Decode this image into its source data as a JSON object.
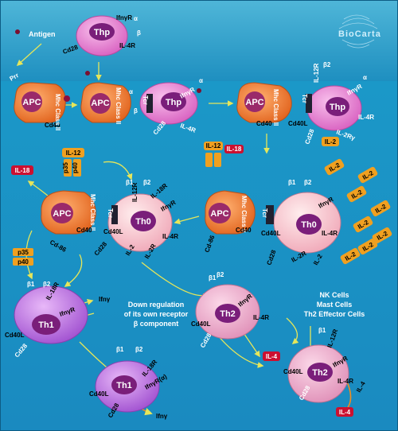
{
  "brand": {
    "logo_text": "BioCarta"
  },
  "labels": {
    "antigen": "Antigen",
    "prr": "Prr",
    "thp": "Thp",
    "apc": "APC",
    "th0": "Th0",
    "th1": "Th1",
    "th2": "Th2",
    "cd40": "Cd40",
    "cd40L": "Cd40L",
    "cd40L_upper": "CD40L",
    "cd28": "Cd28",
    "cd86": "Cd-86",
    "ifngr": "IfnγR",
    "ifng": "Ifnγ",
    "ifngR_alpha": "IfnγR(α)",
    "il4r": "IL-4R",
    "il2": "IL-2",
    "il2r": "IL-2R",
    "il2r_gamma": "IL-2Rγ",
    "il4": "IL-4",
    "il12": "IL-12",
    "il12r": "IL-12R",
    "il18": "IL-18",
    "il18r": "IL-18R",
    "tcr": "Tcr",
    "mhc_class_ii": "Mhc Class II",
    "p35": "p35",
    "p40": "p40",
    "alpha": "α",
    "beta": "β",
    "beta1": "β1",
    "beta2": "β2",
    "gamma": "γ",
    "down_regulation": [
      "Down regulation",
      "of its own receptor",
      "β component"
    ],
    "nk_cells": [
      "NK Cells",
      "Mast Cells",
      "Th2 Effector Cells"
    ]
  },
  "colors": {
    "ocean_bg": "#1E96C8",
    "apc_orange": "#F27A2C",
    "thp_pink": "#E878C8",
    "th0_pink": "#F7C8C8",
    "th1_purple": "#C078E0",
    "th2_rose": "#F0A8C8",
    "nucleus_purple": "#7A1E7A",
    "chip_orange": "#F0A020",
    "chip_red": "#CC1030",
    "arrow": "#E0E060"
  }
}
